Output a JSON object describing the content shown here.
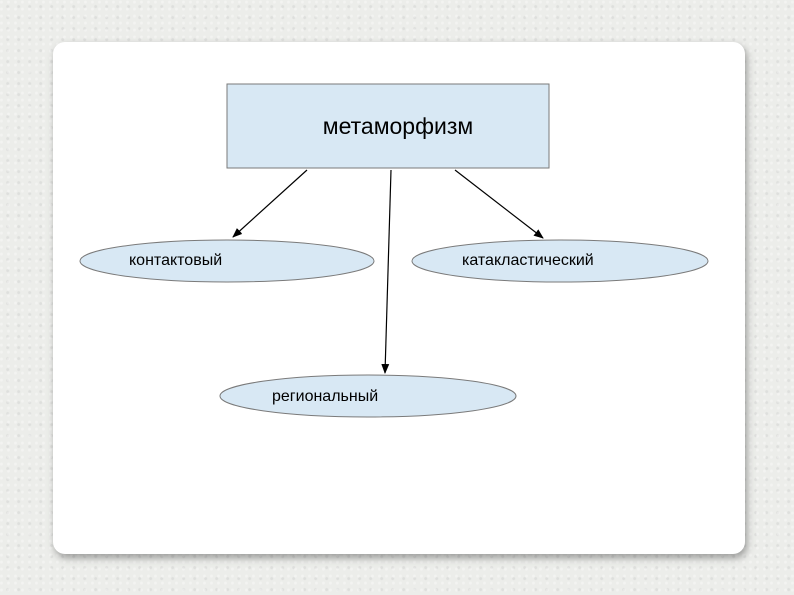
{
  "diagram": {
    "root": {
      "label": "метаморфизм"
    },
    "children": [
      {
        "label": "контактовый"
      },
      {
        "label": "катакластический"
      },
      {
        "label": "региональный"
      }
    ]
  },
  "colors": {
    "node_fill": "#d8e8f4",
    "node_stroke": "#7a7a7a",
    "arrow": "#000000",
    "panel": "#ffffff",
    "background": "#ecedea"
  }
}
